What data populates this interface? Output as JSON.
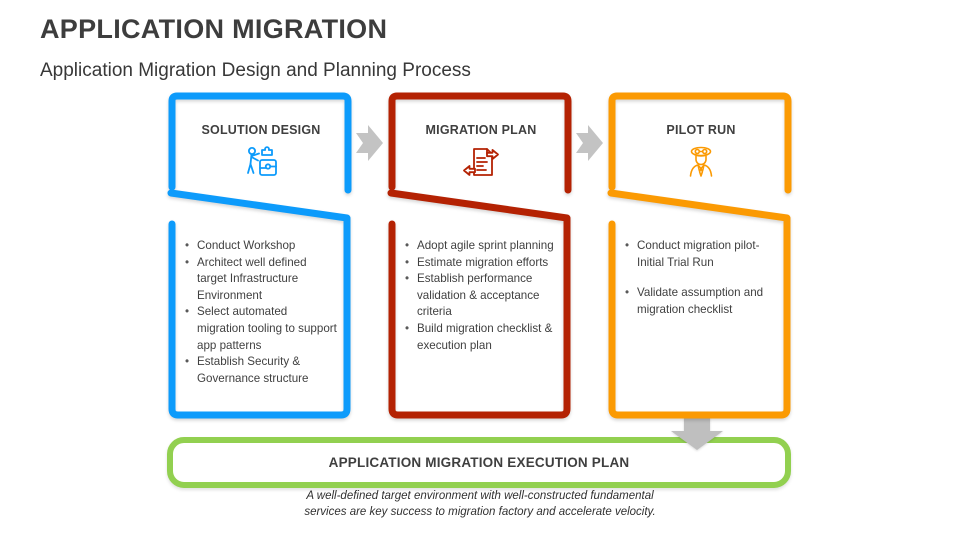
{
  "slide": {
    "title": "APPLICATION MIGRATION",
    "subtitle": "Application Migration Design and Planning Process",
    "steps": [
      {
        "label": "SOLUTION DESIGN",
        "icon": "architect-puzzle-icon",
        "accent_color": "#0d9bfb",
        "bullets": [
          "Conduct Workshop",
          "Architect well defined target Infrastructure Environment",
          "Select automated migration tooling to support app patterns",
          "Establish Security & Governance structure"
        ]
      },
      {
        "label": "MIGRATION PLAN",
        "icon": "migration-document-icon",
        "accent_color": "#b42203",
        "bullets": [
          "Adopt agile sprint planning",
          "Estimate migration efforts",
          "Establish performance validation & acceptance criteria",
          "Build migration checklist & execution plan"
        ]
      },
      {
        "label": "PILOT RUN",
        "icon": "pilot-icon",
        "accent_color": "#fb9a03",
        "bullets": [
          "Conduct migration pilot- Initial Trial Run",
          "Validate assumption and migration checklist"
        ]
      }
    ],
    "connectors": {
      "right_arrow_color": "#c3c3c3",
      "down_arrow_color": "#bfbfbf"
    },
    "banner": {
      "label": "APPLICATION MIGRATION EXECUTION PLAN",
      "accent_color": "#92d050"
    },
    "footnote": {
      "lines": [
        "A well-defined target environment with well-constructed fundamental",
        "services are key success to migration factory and accelerate velocity."
      ]
    }
  }
}
